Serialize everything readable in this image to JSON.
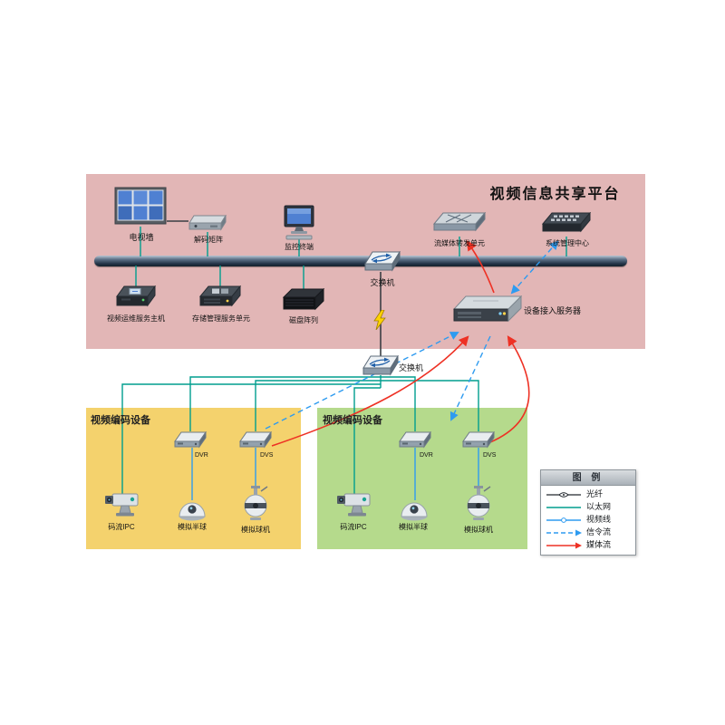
{
  "regions": {
    "platform": {
      "title": "视频信息共享平台"
    },
    "encoder_left": {
      "title": "视频编码设备"
    },
    "encoder_right": {
      "title": "视频编码设备"
    }
  },
  "nodes": {
    "tv_wall": {
      "label": "电视墙"
    },
    "decoder_matrix": {
      "label": "解码矩阵"
    },
    "monitor_terminal": {
      "label": "监控终端"
    },
    "switch_top": {
      "label": "交换机"
    },
    "stream_forward_unit": {
      "label": "流媒体转发单元"
    },
    "system_mgmt_center": {
      "label": "系统管理中心"
    },
    "video_ops_host": {
      "label": "视频运维服务主机"
    },
    "storage_mgmt_unit": {
      "label": "存储管理服务单元"
    },
    "disk_array": {
      "label": "磁盘阵列"
    },
    "access_server": {
      "label": "设备接入服务器"
    },
    "switch_bottom": {
      "label": "交换机"
    },
    "dvr_left": {
      "label": "DVR"
    },
    "dvs_left": {
      "label": "DVS"
    },
    "ipc_left": {
      "label": "码流IPC"
    },
    "dome_left": {
      "label": "模拟半球"
    },
    "ball_left": {
      "label": "模拟球机"
    },
    "dvr_right": {
      "label": "DVR"
    },
    "dvs_right": {
      "label": "DVS"
    },
    "ipc_right": {
      "label": "码流IPC"
    },
    "dome_right": {
      "label": "模拟半球"
    },
    "ball_right": {
      "label": "模拟球机"
    }
  },
  "legend": {
    "title": "图 例",
    "items": [
      {
        "label": "光纤"
      },
      {
        "label": "以太网"
      },
      {
        "label": "视频线"
      },
      {
        "label": "信令流"
      },
      {
        "label": "媒体流"
      }
    ]
  },
  "colors": {
    "platform_bg": "#e2b6b6",
    "encoder_left_bg": "#f4d26d",
    "encoder_right_bg": "#b5da8c",
    "ethernet": "#009e8e",
    "fiber": "#3a3f44",
    "video": "#2e9bf0",
    "signaling": "#2e9bf0",
    "media": "#ee3124"
  }
}
